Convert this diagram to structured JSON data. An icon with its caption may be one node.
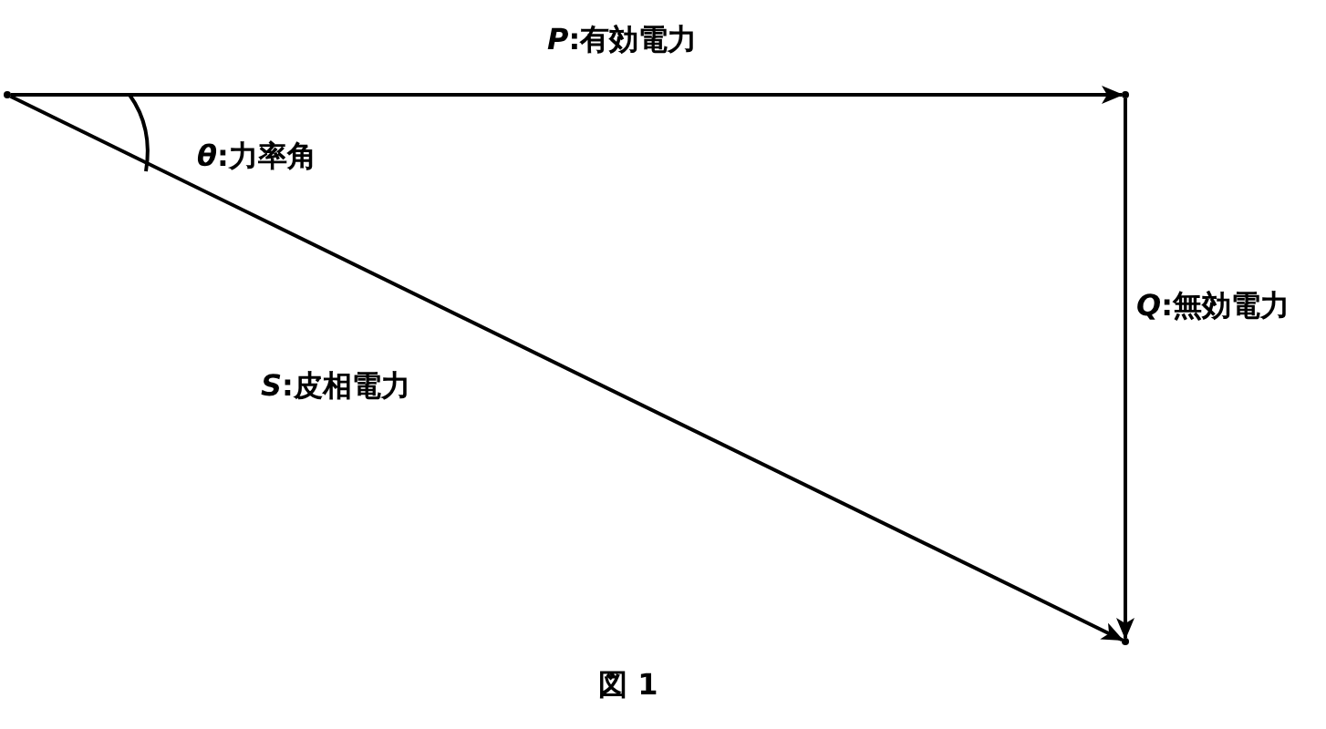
{
  "diagram": {
    "caption": "図 1",
    "nodes": [
      {
        "text": [],
        "shape": "point"
      },
      {
        "text": [],
        "shape": "point"
      },
      {
        "text": [],
        "shape": "point"
      }
    ],
    "edges": [
      {
        "from": 0,
        "to": 1,
        "arrow": "to",
        "label": "*P*:有効電力"
      },
      {
        "from": 1,
        "to": 2,
        "arrow": "to",
        "label": "*Q*:無効電力"
      },
      {
        "from": 0,
        "to": 2,
        "arrow": "to",
        "label": "*S*:皮相電力"
      }
    ],
    "labels": [
      "*θ*:力率角"
    ]
  }
}
